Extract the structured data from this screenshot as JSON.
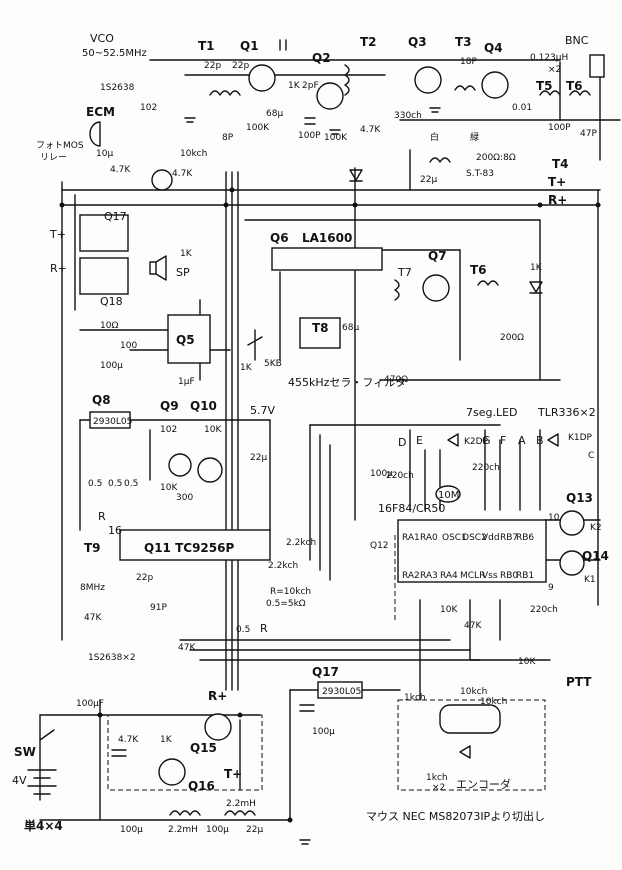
{
  "labels": {
    "vco": "VCO",
    "vco_freq": "50~52.5MHz",
    "t1": "T1",
    "t2": "T2",
    "t3": "T3",
    "t4": "T4",
    "t5": "T5",
    "t6": "T6",
    "t7": "T7",
    "t8": "T8",
    "t9": "T9",
    "q1": "Q1",
    "q2": "Q2",
    "q3": "Q3",
    "q4": "Q4",
    "q5": "Q5",
    "q6": "Q6",
    "q7": "Q7",
    "q8": "Q8",
    "q9": "Q9",
    "q10": "Q10",
    "q11": "Q11 TC9256P",
    "q12": "Q12",
    "q13": "Q13",
    "q14": "Q14",
    "q15": "Q15",
    "q16": "Q16",
    "q17": "Q17",
    "q18": "Q18",
    "bnc": "BNC",
    "coil_0123uh": "0.123μH",
    "x2": "×2",
    "diode_1s2638": "1S2638",
    "diode_1s2638_x2": "1S2638×2",
    "ecm": "ECM",
    "photomos": "フォトMOS",
    "relay": "リレー",
    "r10kch": "10kch",
    "c22p": "22p",
    "r1k": "1K",
    "c2pf": "2pF",
    "c8p": "8P",
    "c100p": "100P",
    "r100k": "100K",
    "r4_7k": "4.7K",
    "c330ch": "330ch",
    "c18p": "18P",
    "white": "白",
    "green": "緑",
    "imp_200_8": "200Ω:8Ω",
    "st83": "S.T-83",
    "c0_01": "0.01",
    "c47p": "47P",
    "tplus": "T+",
    "rplus": "R+",
    "la1600": "LA1600",
    "l68u": "68μ",
    "r200": "200Ω",
    "r470": "470Ω",
    "ceramic_filter": "455kHzセラ・フィルタ",
    "r5kb": "5KB",
    "sp": "SP",
    "r10": "10Ω",
    "c100": "100",
    "c1uf": "1μF",
    "reg_2930l05": "2930L05",
    "v5_7": "5.7V",
    "c102": "102",
    "r10k": "10K",
    "c22u": "22μ",
    "r300": "300",
    "v0_5": "0.5",
    "r": "R",
    "pin16": "16",
    "mhz8": "8MHz",
    "r47k": "47K",
    "c91p": "91P",
    "r_equals_10kch": "R=10kch",
    "half_5k": "0.5=5kΩ",
    "r2_2kch": "2.2kch",
    "seg7_led": "7seg.LED",
    "tlr336": "TLR336×2",
    "seg_d": "D",
    "seg_e": "E",
    "k2dp": "K2DP",
    "seg_g": "G",
    "seg_f": "F",
    "seg_a": "A",
    "seg_b": "B",
    "k1dp": "K1DP",
    "seg_c": "C",
    "crystal_10m": "10M",
    "r220ch": "220ch",
    "pic16f84": "16F84/CR50",
    "pin_ra1": "RA1",
    "pin_ra0": "RA0",
    "pin_osc1": "OSC1",
    "pin_osc2": "OSC2",
    "pin_vdd": "Vdd",
    "pin_rb7": "RB7",
    "pin_rb6": "RB6",
    "pin_ra2": "RA2",
    "pin_ra3": "RA3",
    "pin_ra4": "RA4",
    "pin_mclr": "MCLR",
    "pin_vss": "Vss",
    "pin_rb0": "RB0",
    "pin_rb1": "RB1",
    "k2": "K2",
    "k1": "K1",
    "pin10": "10",
    "pin9": "9",
    "ptt": "PTT",
    "c100u": "100μ",
    "r1kch": "1kch",
    "encoder": "エンコーダ",
    "mouse_note": "マウス NEC MS82073IPより切出し",
    "c100uf": "100μF",
    "sw": "SW",
    "v4": "4V",
    "battery": "単4×4",
    "l2_2mh": "2.2mH",
    "c10u": "10μ"
  }
}
